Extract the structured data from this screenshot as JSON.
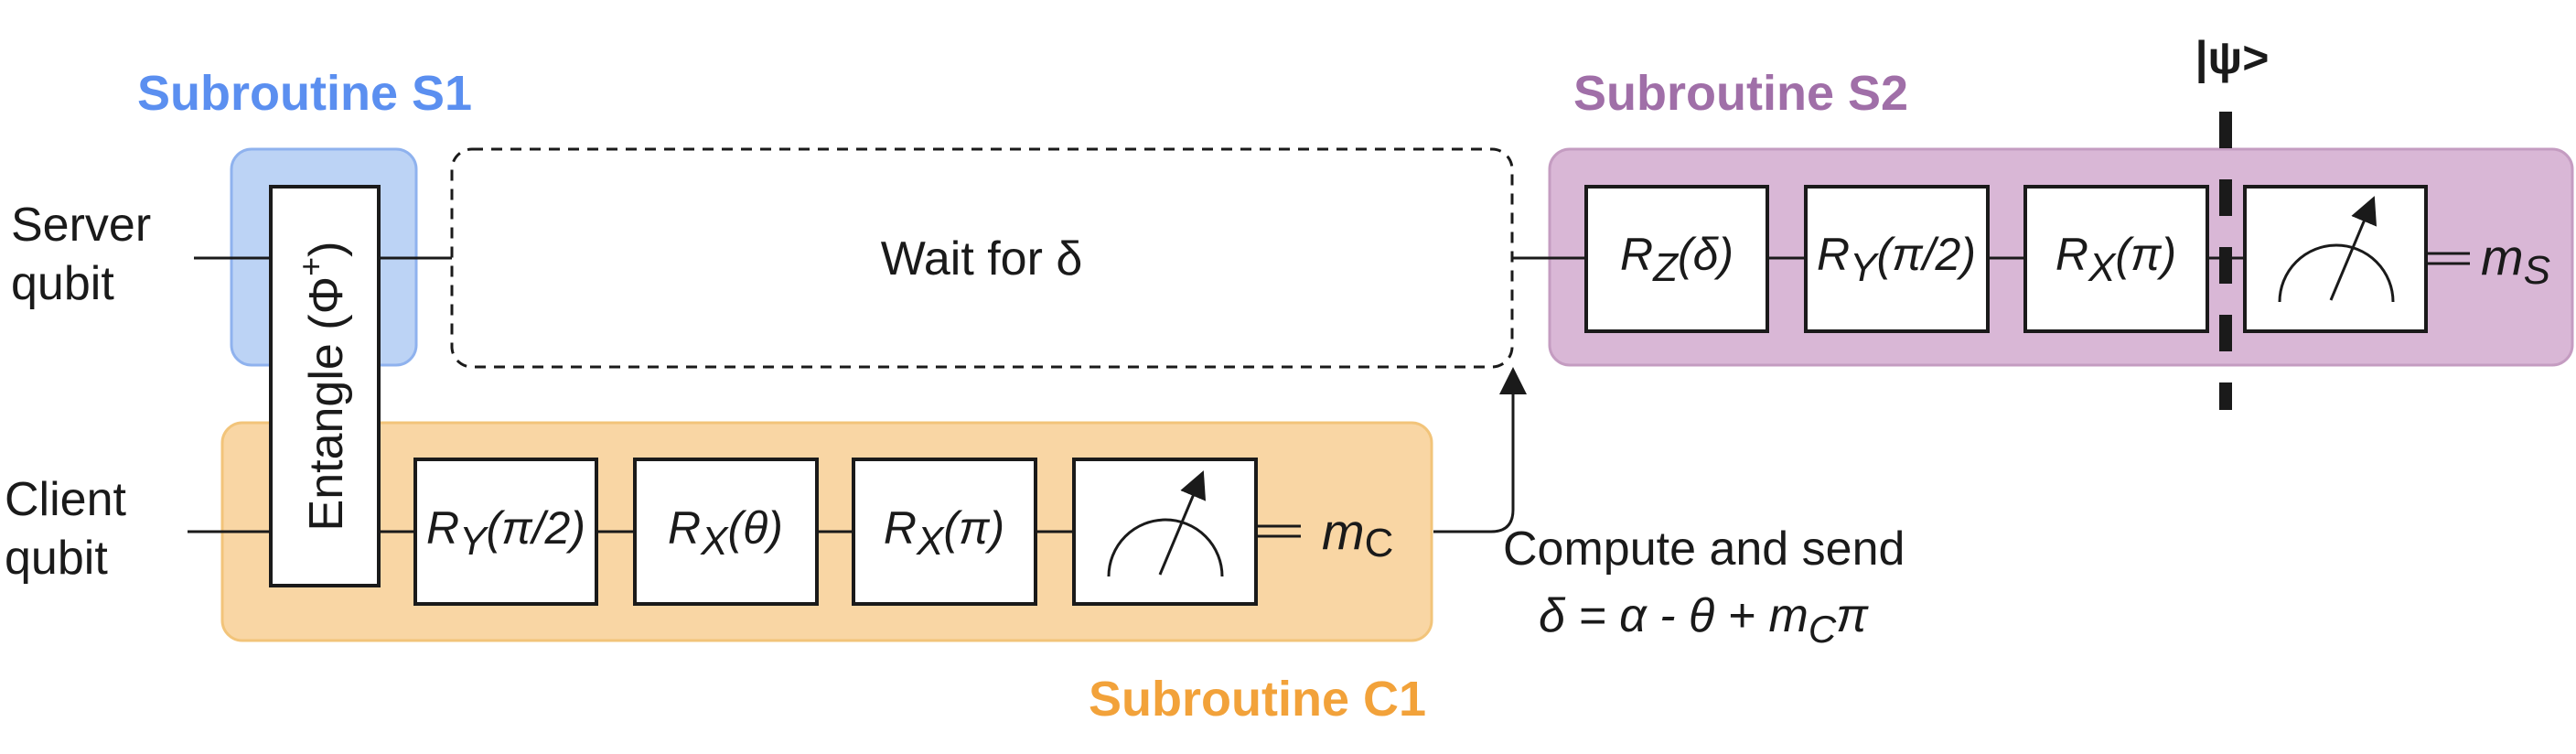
{
  "subroutines": {
    "s1": {
      "title": "Subroutine S1",
      "color": "#5b8ff0",
      "fill": "#bcd3f5",
      "stroke": "#8fb2ee"
    },
    "s2": {
      "title": "Subroutine S2",
      "color": "#a06fa8",
      "fill": "#d9b7d6",
      "stroke": "#c49cc1"
    },
    "c1": {
      "title": "Subroutine C1",
      "color": "#f2a23a",
      "fill": "#f9d6a4",
      "stroke": "#f2c47a"
    }
  },
  "qubits": {
    "server": [
      "Server",
      "qubit"
    ],
    "client": [
      "Client",
      "qubit"
    ]
  },
  "entangle_gate": {
    "label": "Entangle (Φ",
    "sup": "+",
    "close": ")"
  },
  "wait_box": {
    "label": "Wait for δ"
  },
  "client_gates": [
    {
      "base": "R",
      "sub": "Y",
      "arg": "(π/2)"
    },
    {
      "base": "R",
      "sub": "X",
      "arg": "(θ)"
    },
    {
      "base": "R",
      "sub": "X",
      "arg": "(π)"
    }
  ],
  "server_gates": [
    {
      "base": "R",
      "sub": "Z",
      "arg": "(δ)"
    },
    {
      "base": "R",
      "sub": "Y",
      "arg": "(π/2)"
    },
    {
      "base": "R",
      "sub": "X",
      "arg": "(π)"
    }
  ],
  "client_output": {
    "base": "m",
    "sub": "C"
  },
  "server_output": {
    "base": "m",
    "sub": "S"
  },
  "compute_note": {
    "line1": "Compute and send",
    "line2_a": "δ = α - θ + m",
    "line2_sub": "C",
    "line2_b": "π"
  },
  "state_marker": {
    "label": "|ψ>"
  }
}
